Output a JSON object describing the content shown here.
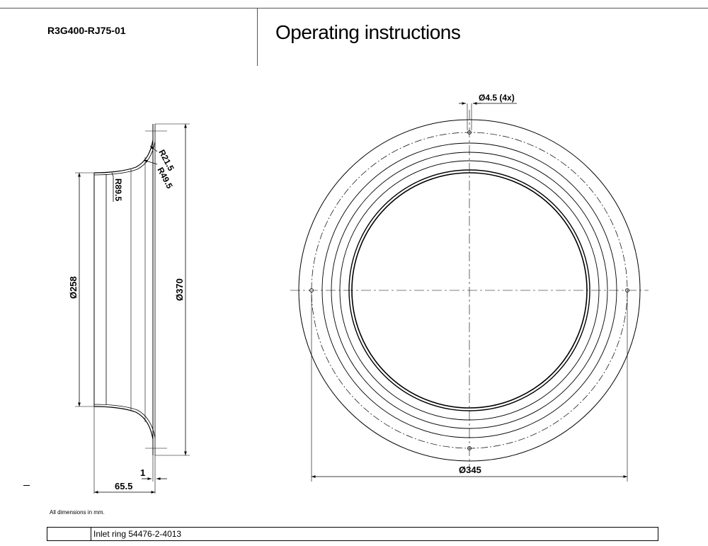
{
  "header": {
    "model_code": "R3G400-RJ75-01",
    "title": "Operating instructions"
  },
  "side_view": {
    "dims": {
      "r_outer_fillet": "R21.5",
      "r_inner_fillet": "R49.5",
      "r_bell": "R89.5",
      "inner_diameter": "Ø258",
      "outer_diameter": "Ø370",
      "flange_thickness": "1",
      "depth": "65.5"
    }
  },
  "front_view": {
    "dims": {
      "hole_callout": "Ø4.5 (4x)",
      "bolt_circle": "Ø345"
    }
  },
  "footer": {
    "units_note": "All dimensions in mm.",
    "part_description": "Inlet ring 54476-2-4013"
  }
}
